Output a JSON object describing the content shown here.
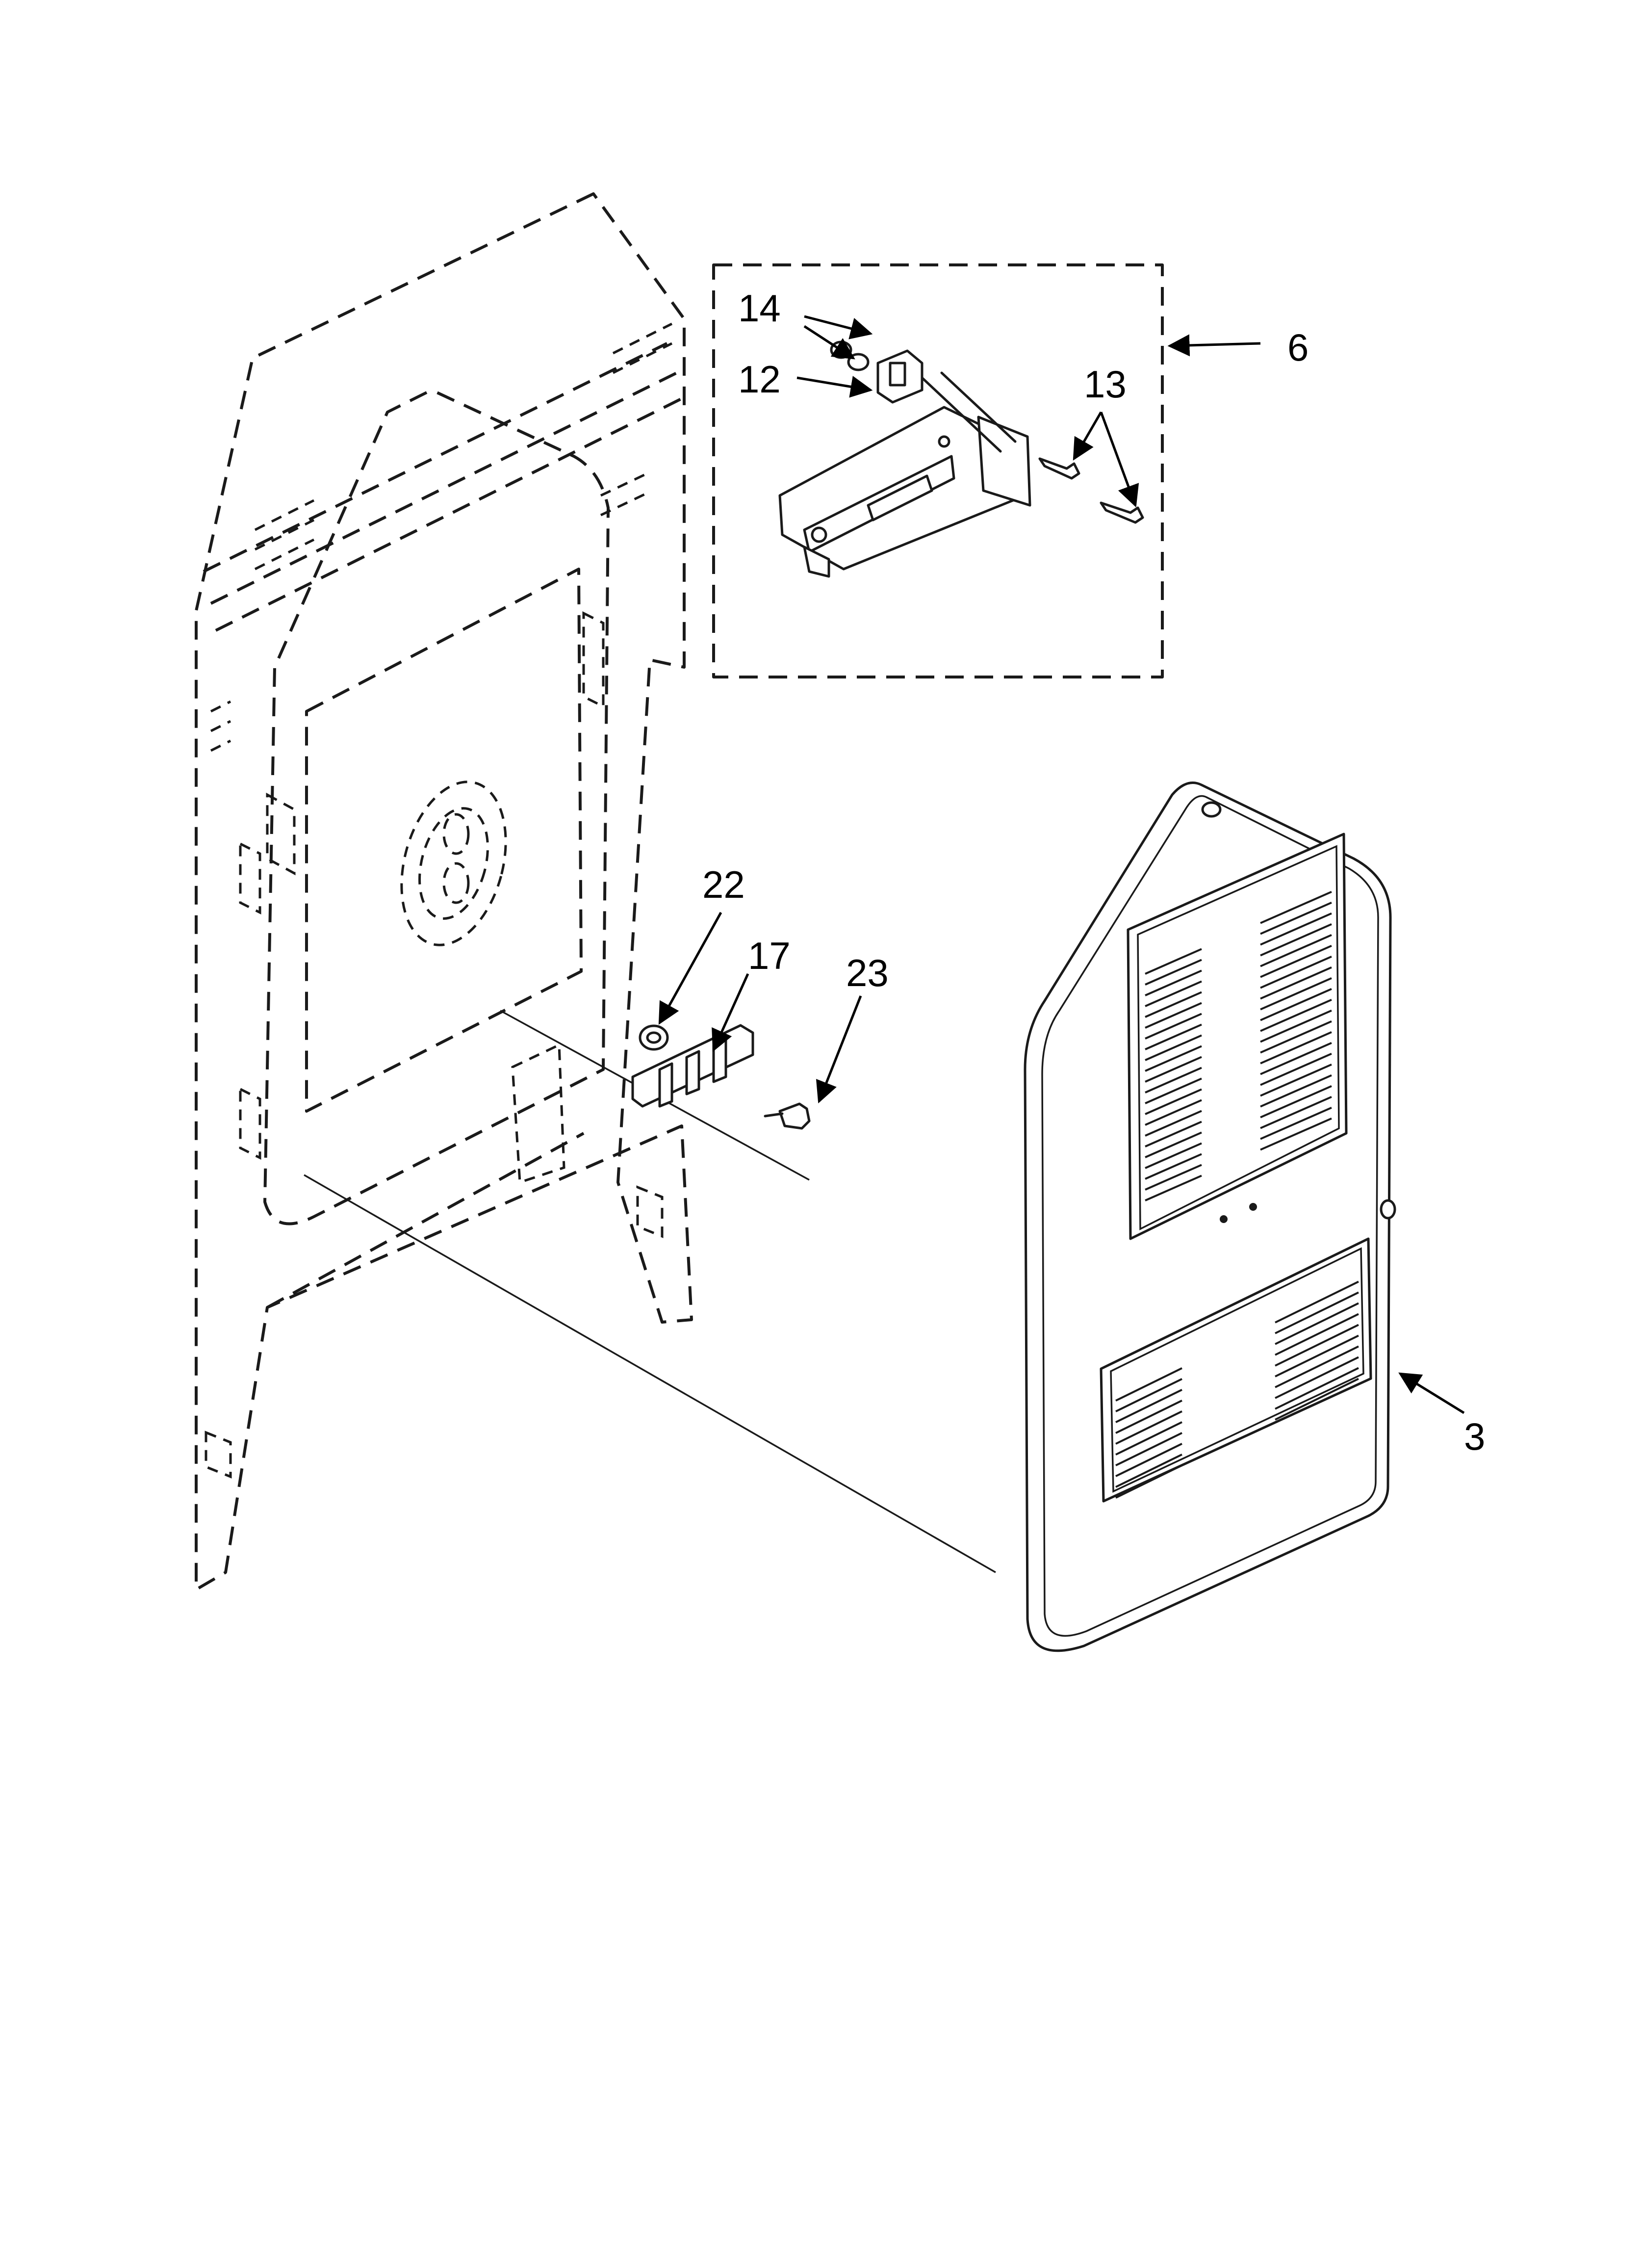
{
  "callouts": [
    {
      "id": "14",
      "label": "14"
    },
    {
      "id": "12",
      "label": "12"
    },
    {
      "id": "6",
      "label": "6"
    },
    {
      "id": "13",
      "label": "13"
    },
    {
      "id": "22",
      "label": "22"
    },
    {
      "id": "17",
      "label": "17"
    },
    {
      "id": "23",
      "label": "23"
    },
    {
      "id": "3",
      "label": "3"
    }
  ]
}
